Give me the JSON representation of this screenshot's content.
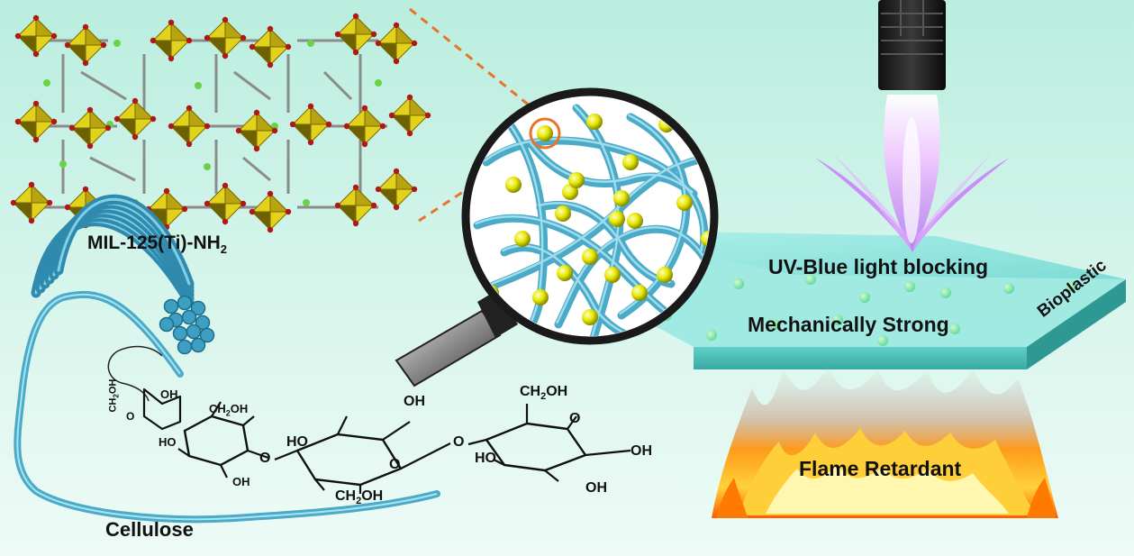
{
  "labels": {
    "mof": "MIL-125(Ti)-NH",
    "mof_subscript": "2",
    "cellulose": "Cellulose",
    "uv_blocking": "UV-Blue light blocking",
    "mechanical": "Mechanically Strong",
    "bioplastic": "Bioplastic",
    "flame": "Flame Retardant"
  },
  "chem_groups": {
    "ch2oh": "CH",
    "ch2oh_sub": "2",
    "ch2oh_tail": "OH",
    "oh": "OH",
    "ho": "HO",
    "o": "O"
  },
  "colors": {
    "background": "#c5f1e3",
    "fiber": "#4aaac8",
    "nanoparticle": "#e6e600",
    "octahedra": "#e2d21c",
    "film": "#7fded8",
    "flame": "#ff7a00",
    "uv_beam": "#c86bff",
    "dashed_line": "#e8742a"
  },
  "icons": {
    "lamp": "uv-lamp-icon",
    "magnifier": "magnifier-icon",
    "flame": "flame-icon"
  }
}
